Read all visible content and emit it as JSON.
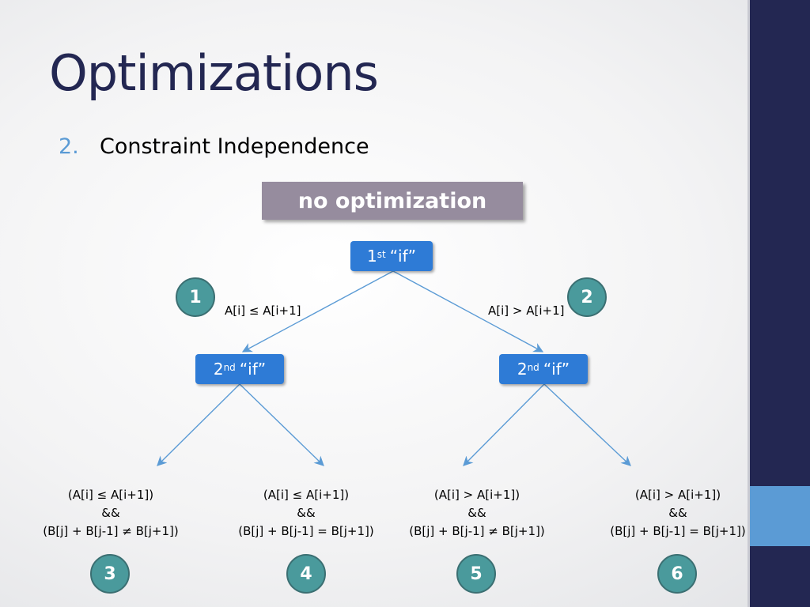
{
  "slide": {
    "title": "Optimizations",
    "bullet_number": "2.",
    "bullet_text": "Constraint Independence"
  },
  "banner": {
    "label": "no optimization"
  },
  "diagram": {
    "root": {
      "ordinal": "1",
      "suffix": "st",
      "label": "“if”"
    },
    "left_node": {
      "ordinal": "2",
      "suffix": "nd",
      "label": "“if”"
    },
    "right_node": {
      "ordinal": "2",
      "suffix": "nd",
      "label": "“if”"
    },
    "edge_left_label": "A[i] ≤ A[i+1]",
    "edge_right_label": "A[i] > A[i+1]",
    "badges": [
      "1",
      "2",
      "3",
      "4",
      "5",
      "6"
    ],
    "leaves": [
      {
        "line1": "(A[i] ≤ A[i+1])",
        "line2": "&&",
        "line3": "(B[j] + B[j-1] ≠ B[j+1])"
      },
      {
        "line1": "(A[i] ≤ A[i+1])",
        "line2": "&&",
        "line3": "(B[j] + B[j-1] = B[j+1])"
      },
      {
        "line1": "(A[i] > A[i+1])",
        "line2": "&&",
        "line3": "(B[j] + B[j-1] ≠ B[j+1])"
      },
      {
        "line1": "(A[i] > A[i+1])",
        "line2": "&&",
        "line3": "(B[j] + B[j-1] = B[j+1])"
      }
    ]
  },
  "colors": {
    "sidebar": "#232752",
    "accent": "#5b9bd5",
    "node": "#2e7bd6",
    "badge": "#4a9a9c",
    "banner": "#968c9e",
    "edge": "#5b9bd5"
  }
}
